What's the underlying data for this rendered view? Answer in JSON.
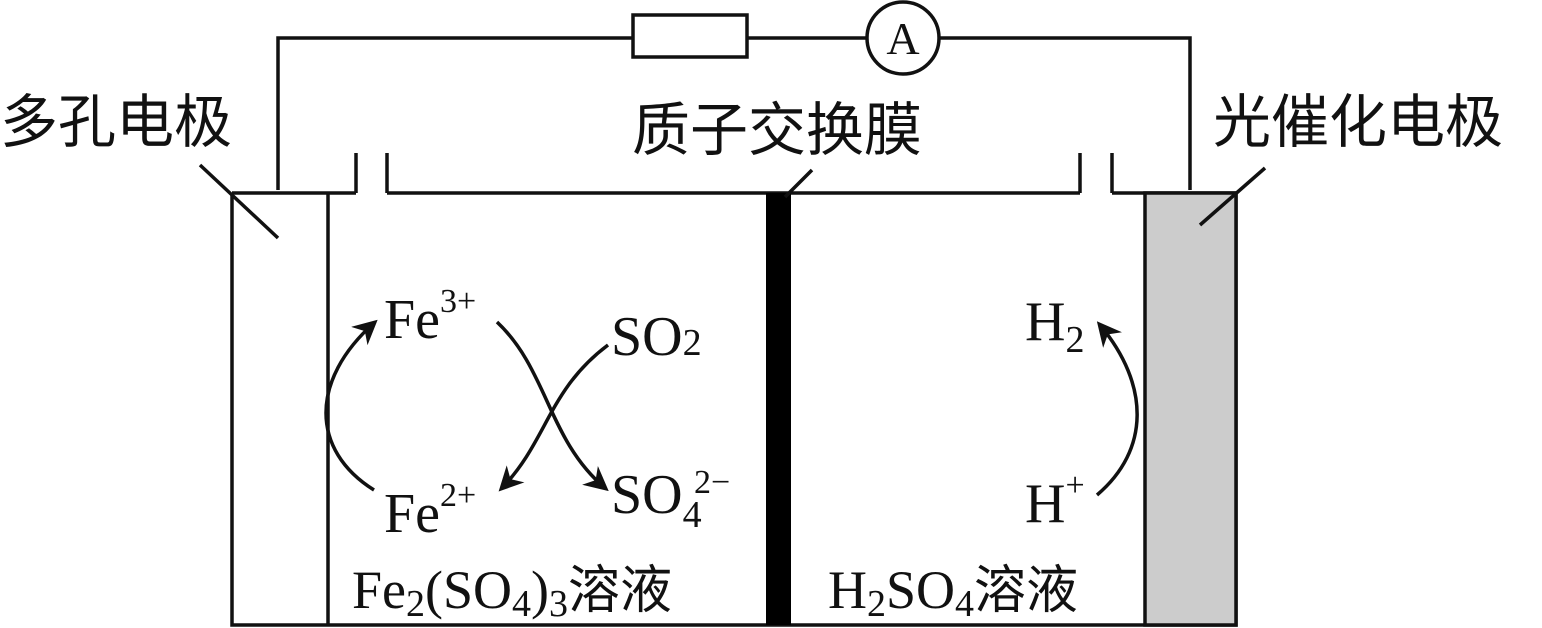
{
  "labels": {
    "left_electrode": "多孔电极",
    "membrane": "质子交换膜",
    "right_electrode": "光催化电极",
    "ammeter": "A"
  },
  "left_cell": {
    "species": {
      "fe3": {
        "base": "Fe",
        "sup": "3+"
      },
      "fe2": {
        "base": "Fe",
        "sup": "2+"
      },
      "so2": {
        "base": "SO",
        "sub": "2"
      },
      "so4": {
        "base": "SO",
        "sub": "4",
        "sup": "2−"
      }
    },
    "solution": {
      "a": "Fe",
      "b": "2",
      "c": "(SO",
      "d": "4",
      "e": ")",
      "f": "3",
      "g": "溶液"
    }
  },
  "right_cell": {
    "species": {
      "h2": {
        "base": "H",
        "sub": "2"
      },
      "hplus": {
        "base": "H",
        "sup": "+"
      }
    },
    "solution": {
      "a": "H",
      "b": "2",
      "c": "SO",
      "d": "4",
      "e": "溶液"
    }
  },
  "colors": {
    "ink": "#111111",
    "photo_electrode": "#cccccc",
    "membrane": "#000000"
  }
}
